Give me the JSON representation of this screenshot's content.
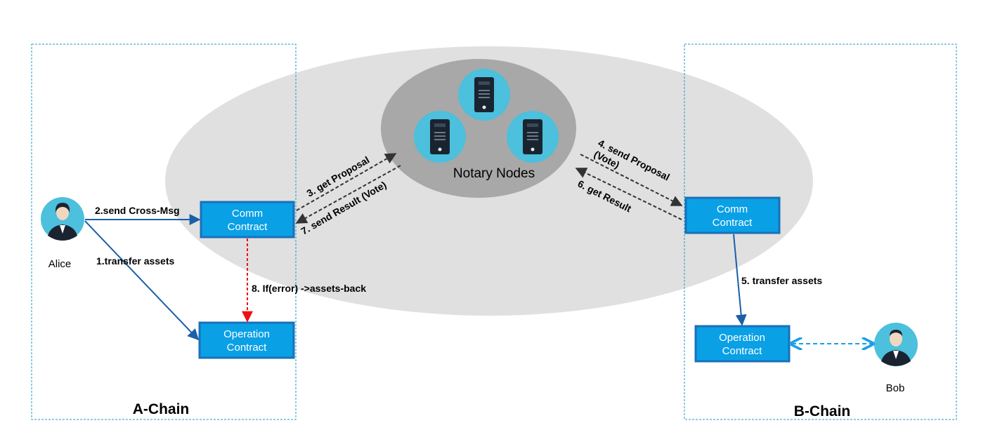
{
  "chains": {
    "a": {
      "title": "A-Chain"
    },
    "b": {
      "title": "B-Chain"
    }
  },
  "notary": {
    "title": "Notary Nodes"
  },
  "actors": {
    "alice": {
      "name": "Alice"
    },
    "bob": {
      "name": "Bob"
    }
  },
  "contracts": {
    "a_comm": {
      "line1": "Comm",
      "line2": "Contract"
    },
    "a_operation": {
      "line1": "Operation",
      "line2": "Contract"
    },
    "b_comm": {
      "line1": "Comm",
      "line2": "Contract"
    },
    "b_operation": {
      "line1": "Operation",
      "line2": "Contract"
    }
  },
  "steps": {
    "s1": "1.transfer assets",
    "s2": "2.send Cross-Msg",
    "s3": "3. get Proposal",
    "s4_line1": "4. send Proposal",
    "s4_line2": "(Vote)",
    "s5": "5. transfer assets",
    "s6": "6. get Result",
    "s7": "7. send Result  (Vote)",
    "s8": "8. If(error) ->assets-back"
  },
  "colors": {
    "box_fill": "#0aa0e6",
    "box_border": "#1a70b8",
    "outer_ellipse": "#e0e0e0",
    "inner_ellipse": "#a8a8a8",
    "node_circle": "#4cc0dc",
    "node_server": "#1a2430",
    "chain_border": "#1a9bd0",
    "arrow_solid": "#1a5fa8",
    "arrow_dashed": "#333333",
    "arrow_error": "#ee1111",
    "arrow_bob": "#1aa0e8"
  }
}
